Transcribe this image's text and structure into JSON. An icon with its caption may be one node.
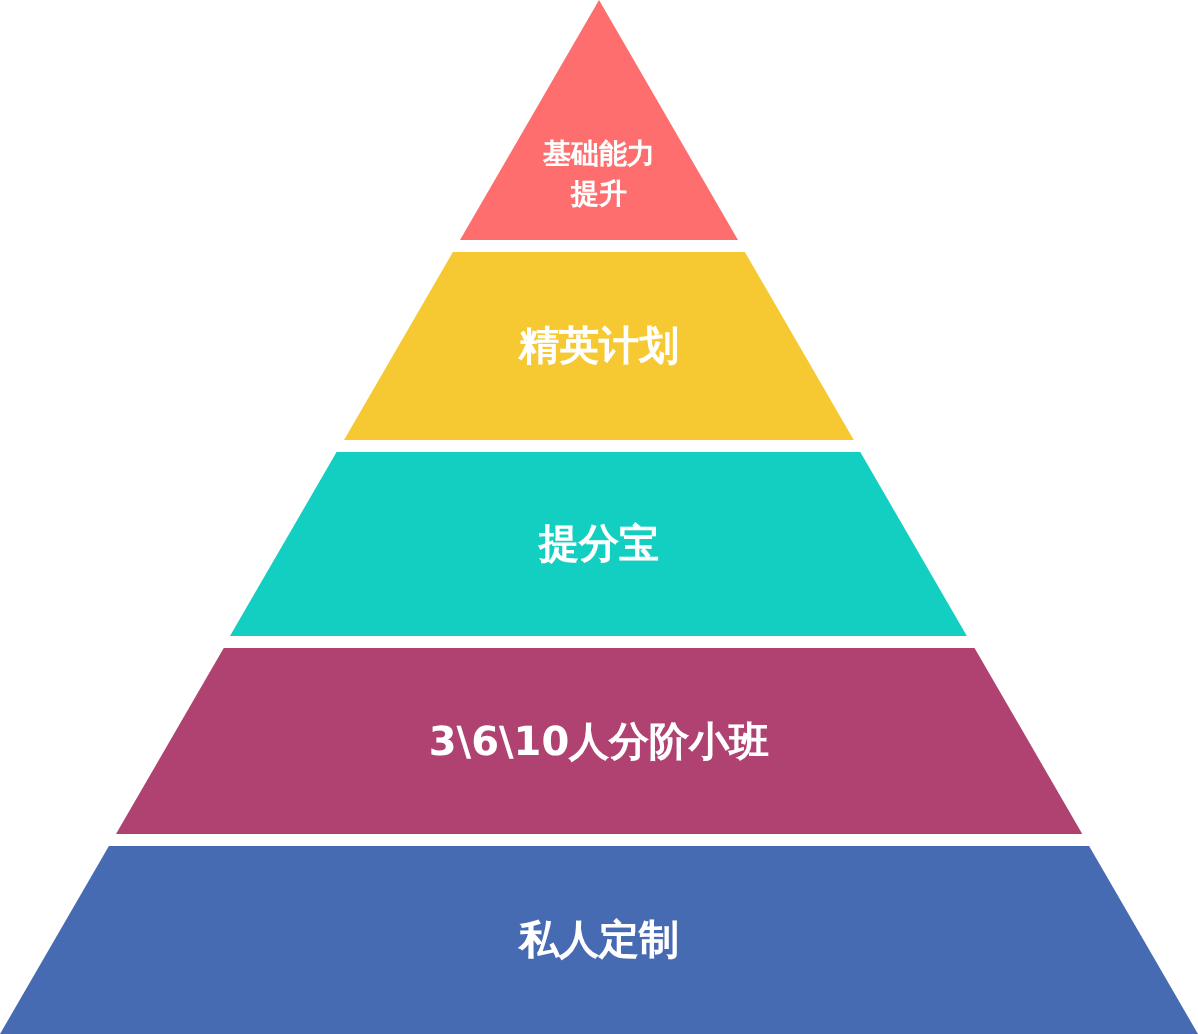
{
  "diagram": {
    "nodes": [
      {
        "text": [
          "基础能力提升"
        ]
      },
      {
        "text": [
          "精英计划"
        ]
      },
      {
        "text": [
          "提分宝"
        ]
      },
      {
        "text": [
          "3\\6\\10人分阶小班"
        ]
      },
      {
        "text": [
          "私人定制"
        ]
      }
    ]
  }
}
